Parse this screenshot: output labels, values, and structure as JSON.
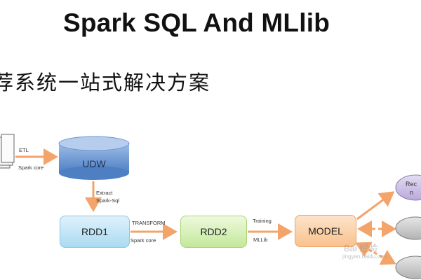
{
  "title": "Spark SQL And MLlib",
  "subtitle": "荐系统一站式解决方案",
  "nodes": {
    "udw": "UDW",
    "rdd1": "RDD1",
    "rdd2": "RDD2",
    "model": "MODEL",
    "right_top": "Rec",
    "right_top_2": "n"
  },
  "edge_labels": {
    "etl": "ETL",
    "spark_core_1": "Spark core",
    "extract": "Extract",
    "spark_sql": "Spark-Sql",
    "transform": "TRANSFORM",
    "spark_core_2": "Spark core",
    "training": "Training",
    "mllib": "MLLib"
  },
  "watermark": {
    "line1": "Bai 经验",
    "line2": "jingyan.baidu.com"
  },
  "colors": {
    "arrow": "#f2a46a",
    "udw_fill": "#5e8fd1",
    "rdd1_fill": "#aadbf2",
    "rdd2_fill": "#c3e89a",
    "model_fill": "#f9c28e",
    "right_top_fill": "#cfc3e6",
    "right_gray_fill": "#c8c8c8"
  }
}
